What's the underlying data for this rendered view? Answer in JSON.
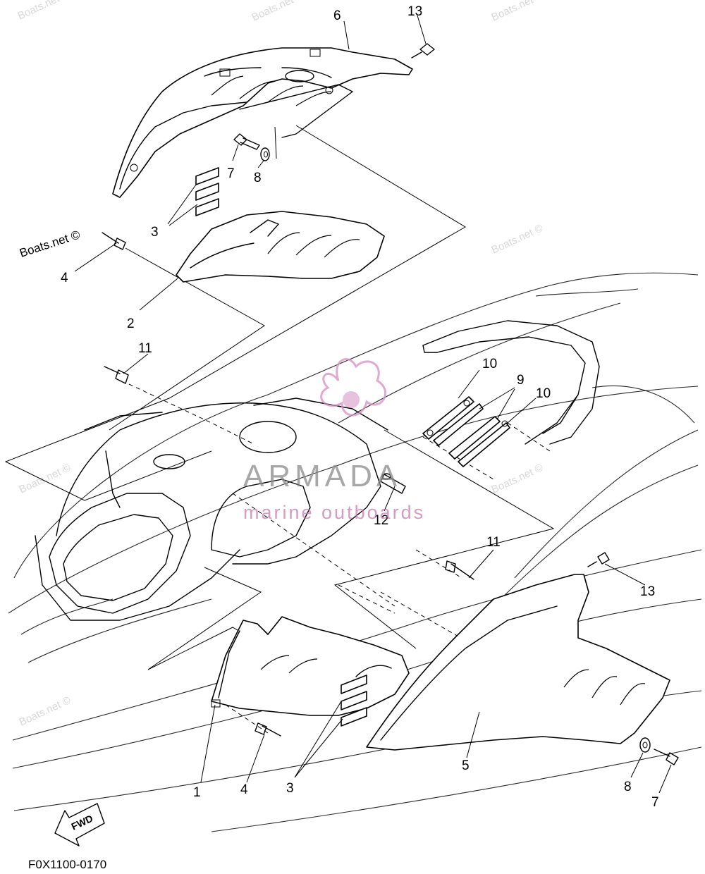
{
  "callouts": {
    "c1": "1",
    "c2": "2",
    "c3a": "3",
    "c3b": "3",
    "c4a": "4",
    "c4b": "4",
    "c5": "5",
    "c6": "6",
    "c7a": "7",
    "c7b": "7",
    "c8a": "8",
    "c8b": "8",
    "c9": "9",
    "c10a": "10",
    "c10b": "10",
    "c11a": "11",
    "c11b": "11",
    "c12": "12",
    "c13a": "13",
    "c13b": "13"
  },
  "watermark": {
    "site": "Boats.net ©",
    "site_short": "Boats.net",
    "brand": "ARMADA",
    "brand_sub": "marine outboards",
    "color": "#c77ab0"
  },
  "fwd_label": "FWD",
  "figure_code": "F0X1100-0170"
}
